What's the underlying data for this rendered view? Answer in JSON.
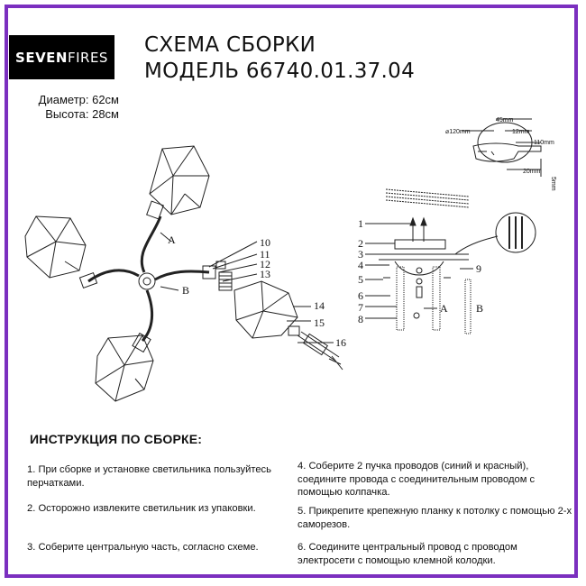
{
  "brand": {
    "logo_bold": "SEVEN",
    "logo_thin": "FIRES"
  },
  "header": {
    "title_line1": "СХЕМА СБОРКИ",
    "title_line2": "МОДЕЛЬ 66740.01.37.04"
  },
  "specs": {
    "diameter": "Диаметр: 62см",
    "height": "Высота: 28см"
  },
  "detail_dims": {
    "d120": "⌀120mm",
    "d45": "45mm",
    "d12": "12mm",
    "d110": "110mm",
    "d20": "20mm",
    "d5": "5mm"
  },
  "callouts": {
    "n1": "1",
    "n2": "2",
    "n3": "3",
    "n4": "4",
    "n5": "5",
    "n6": "6",
    "n7": "7",
    "n8": "8",
    "n9": "9",
    "n10": "10",
    "n11": "11",
    "n12": "12",
    "n13": "13",
    "n14": "14",
    "n15": "15",
    "n16": "16",
    "a": "A",
    "b": "B"
  },
  "instructions": {
    "heading": "ИНСТРУКЦИЯ ПО СБОРКЕ:",
    "steps": [
      "1. При сборке и установке светильника пользуйтесь перчатками.",
      "2. Осторожно извлеките светильник из упаковки.",
      "3. Соберите центральную часть, согласно схеме.",
      "4. Соберите 2 пучка проводов (синий и красный), соедините провода с соединительным проводом с помощью колпачка.",
      "5. Прикрепите крепежную планку к потолку с помощью 2-х саморезов.",
      "6. Соедините центральный провод с проводом электросети с помощью клемной колодки."
    ]
  }
}
